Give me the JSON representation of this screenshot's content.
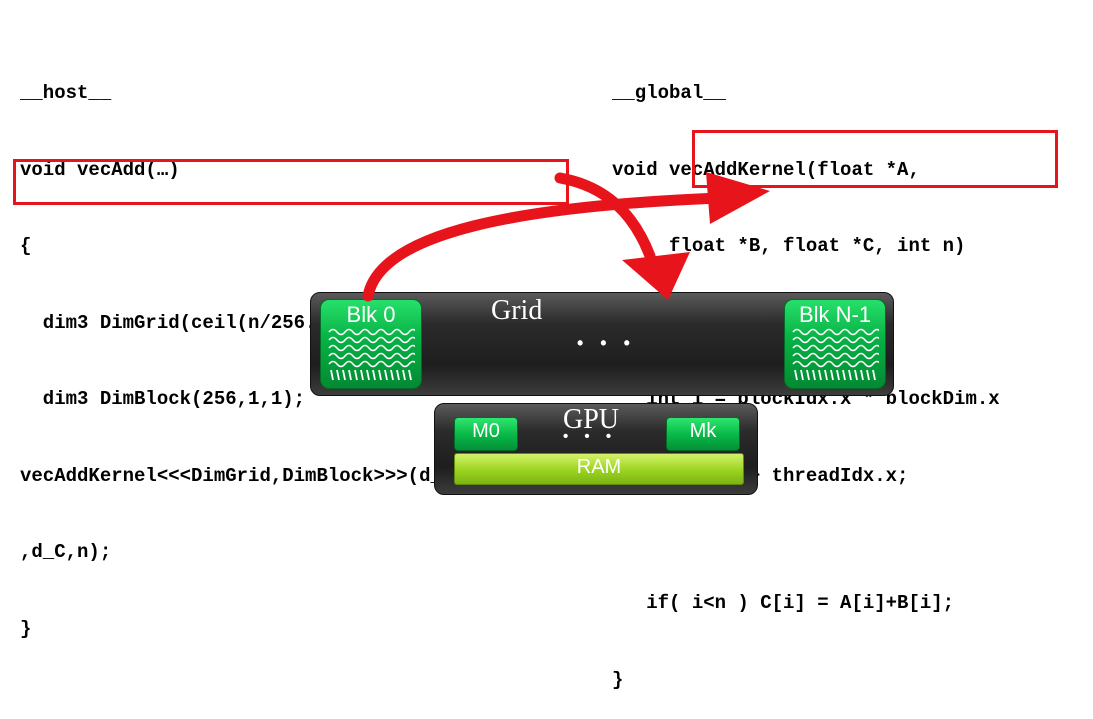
{
  "host_code": {
    "lines": [
      "__host__",
      "void vecAdd(…)",
      "{",
      "  dim3 DimGrid(ceil(n/256.0),1,1);",
      "  dim3 DimBlock(256,1,1);",
      "vecAddKernel<<<DimGrid,DimBlock>>>(d_A,d_B",
      ",d_C,n);",
      "}"
    ]
  },
  "global_code": {
    "lines": [
      "__global__",
      "void vecAddKernel(float *A,",
      "     float *B, float *C, int n)",
      "{",
      "   int i = blockIdx.x * blockDim.x",
      "            + threadIdx.x;",
      "",
      "   if( i<n ) C[i] = A[i]+B[i];",
      "}"
    ]
  },
  "grid": {
    "label": "Grid",
    "ellipsis": "• • •",
    "first_block": "Blk 0",
    "last_block": "Blk N-1"
  },
  "gpu": {
    "label": "GPU",
    "ellipsis": "• • •",
    "first_sm": "M0",
    "last_sm": "Mk",
    "memory": "RAM"
  },
  "colors": {
    "highlight": "#e8141b",
    "block_green": "#07b044",
    "ram_green": "#9ad320",
    "dark_panel": "#2b2b2b"
  }
}
